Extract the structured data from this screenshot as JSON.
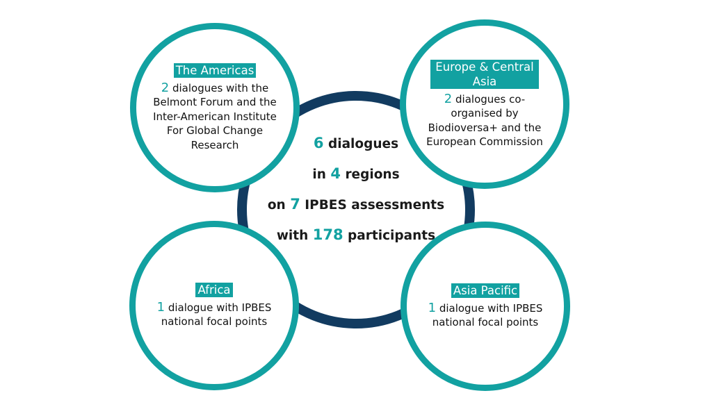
{
  "center": {
    "lines": [
      {
        "num": "6",
        "text": "dialogues"
      },
      {
        "pre": "in",
        "num": "4",
        "text": "regions"
      },
      {
        "pre": "on",
        "num": "7",
        "text": "IPBES assessments"
      },
      {
        "pre": "with",
        "num": "178",
        "text": "participants"
      }
    ]
  },
  "regions": {
    "americas": {
      "title": "The Americas",
      "count": "2",
      "text": "dialogues with the Belmont Forum and the Inter-American  Institute For Global Change Research"
    },
    "europe": {
      "title": "Europe & Central Asia",
      "count": "2",
      "text": "dialogues co-organised by Biodioversa+ and the European Commission"
    },
    "africa": {
      "title": "Africa",
      "count": "1",
      "text": "dialogue with IPBES national focal points"
    },
    "asia": {
      "title": "Asia Pacific",
      "count": "1",
      "text": "dialogue with IPBES national focal points"
    }
  },
  "colors": {
    "teal": "#12a1a1",
    "navy": "#123b60"
  }
}
